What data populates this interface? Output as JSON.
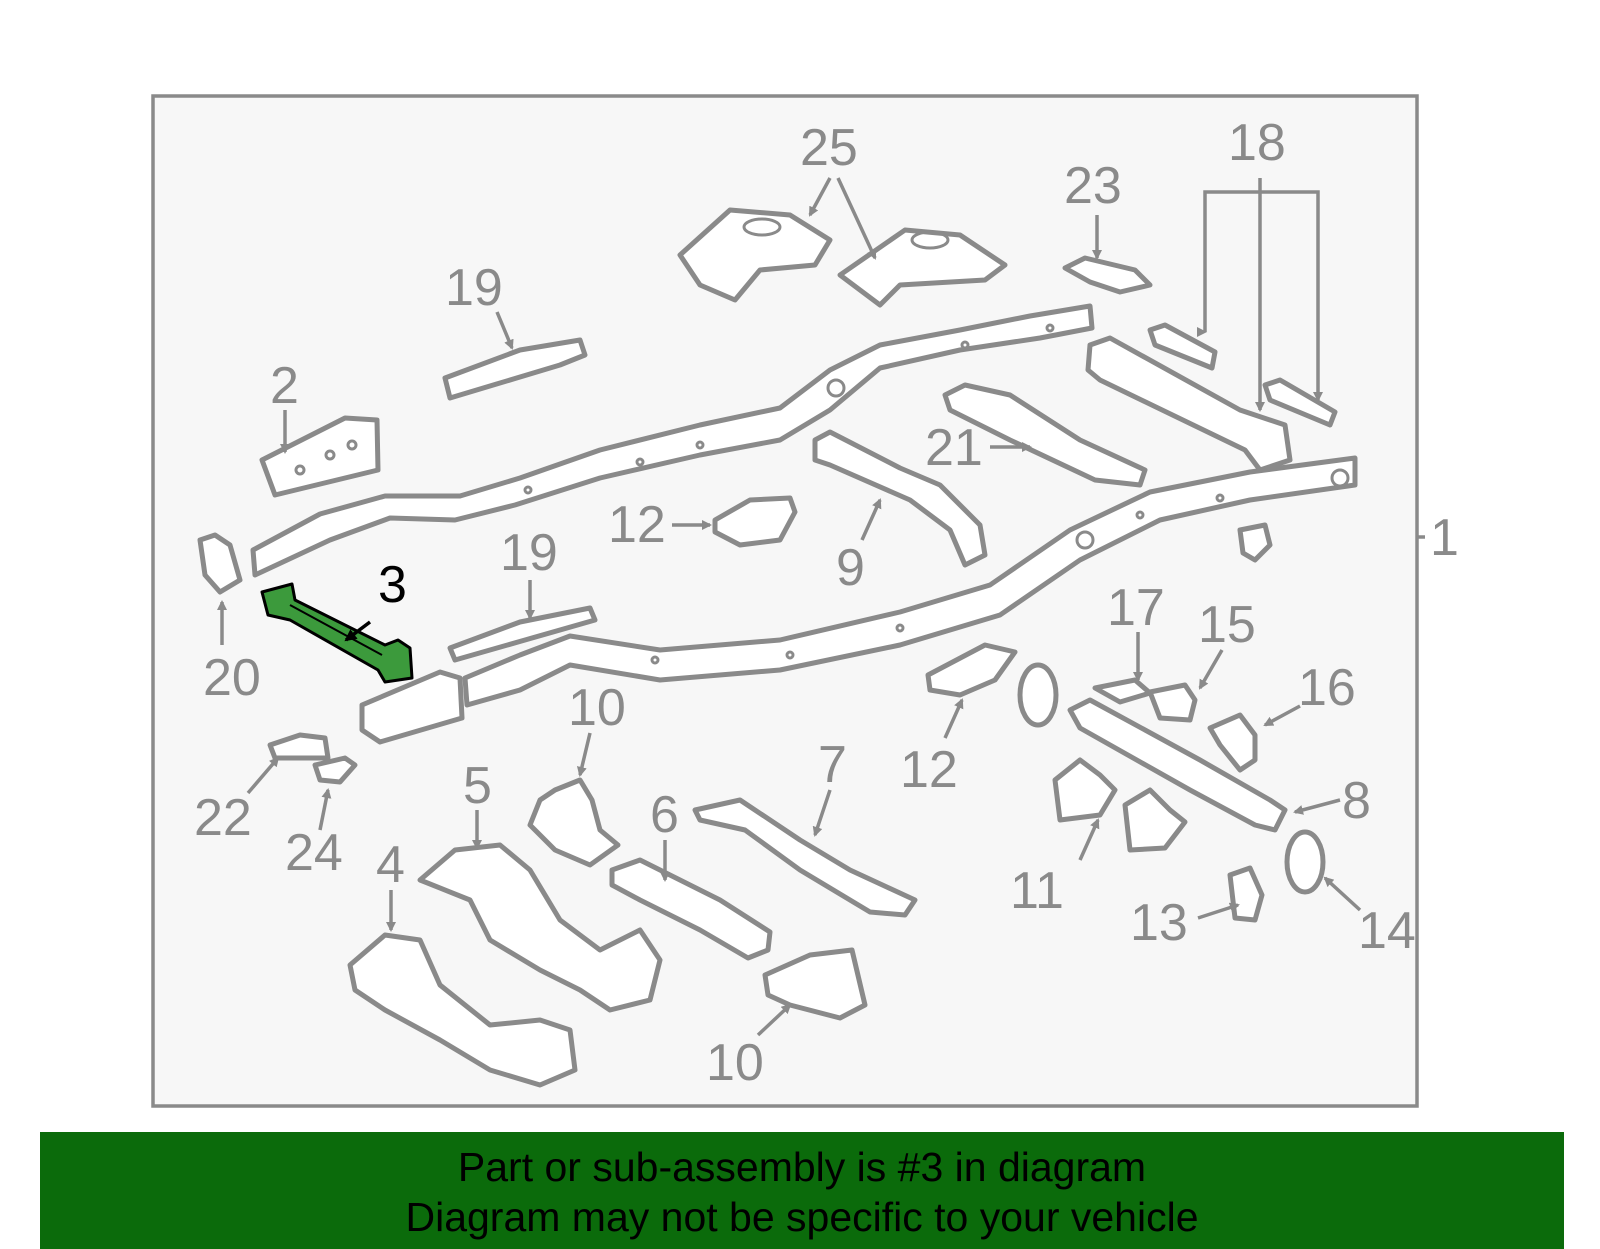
{
  "diagram": {
    "highlight_color": "#3c9a3c",
    "frame_background": "#f7f7f7",
    "part_stroke_color": "#8a8a8a",
    "callouts": {
      "c1": "1",
      "c2": "2",
      "c3": "3",
      "c4": "4",
      "c5": "5",
      "c6": "6",
      "c7": "7",
      "c8": "8",
      "c9": "9",
      "c10a": "10",
      "c10b": "10",
      "c11": "11",
      "c12a": "12",
      "c12b": "12",
      "c13": "13",
      "c14": "14",
      "c15": "15",
      "c16": "16",
      "c17": "17",
      "c18": "18",
      "c19a": "19",
      "c19b": "19",
      "c20": "20",
      "c21": "21",
      "c22": "22",
      "c23": "23",
      "c24": "24",
      "c25": "25"
    }
  },
  "banner": {
    "line1": "Part or sub-assembly is #3 in diagram",
    "line2": "Diagram may not be specific to your vehicle",
    "background": "#0b6b0b"
  }
}
